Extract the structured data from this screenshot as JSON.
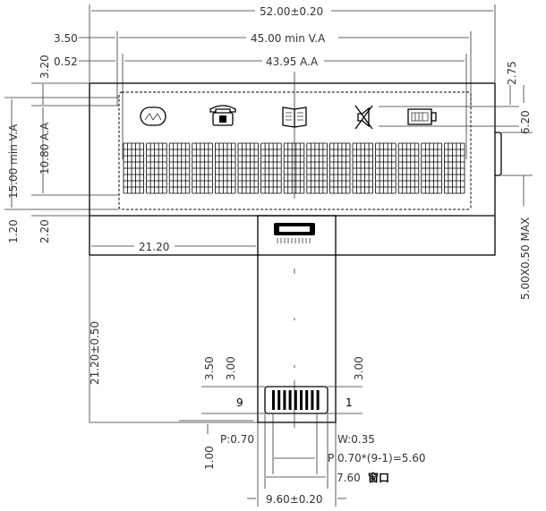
{
  "dimensions": {
    "overall_width": "52.00±0.20",
    "va_offset_x": "3.50",
    "va_width": "45.00 min V.A",
    "aa_offset_x": "0.52",
    "aa_width": "43.95 A.A",
    "aa_offset_y": "3.20",
    "va_height": "15.00 min V.A",
    "aa_height": "10.80 A.A",
    "bottom_margin_va": "1.20",
    "bottom_margin_aa": "2.20",
    "icon_offset_y": "2.75",
    "icon_height": "6.20",
    "bump_size": "5.00X0.50 MAX",
    "fpc_offset_x": "21.20",
    "fpc_length": "21.20±0.50",
    "pad_offset_left": "3.50",
    "pad_height_left": "3.00",
    "pad_height_right": "3.00",
    "pad_bottom": "1.00",
    "pitch": "P:0.70",
    "pad_width": "W:0.35",
    "pitch_total": "P  0.70*(9-1)=5.60",
    "window_width": "7.60",
    "window_label": "窗口",
    "fpc_width": "9.60±0.20"
  },
  "pins": {
    "first": "9",
    "last": "1"
  },
  "icons": [
    "bluetooth-icon",
    "telephone-icon",
    "book-icon",
    "mute-speaker-icon",
    "battery-icon"
  ],
  "character_count": 15
}
